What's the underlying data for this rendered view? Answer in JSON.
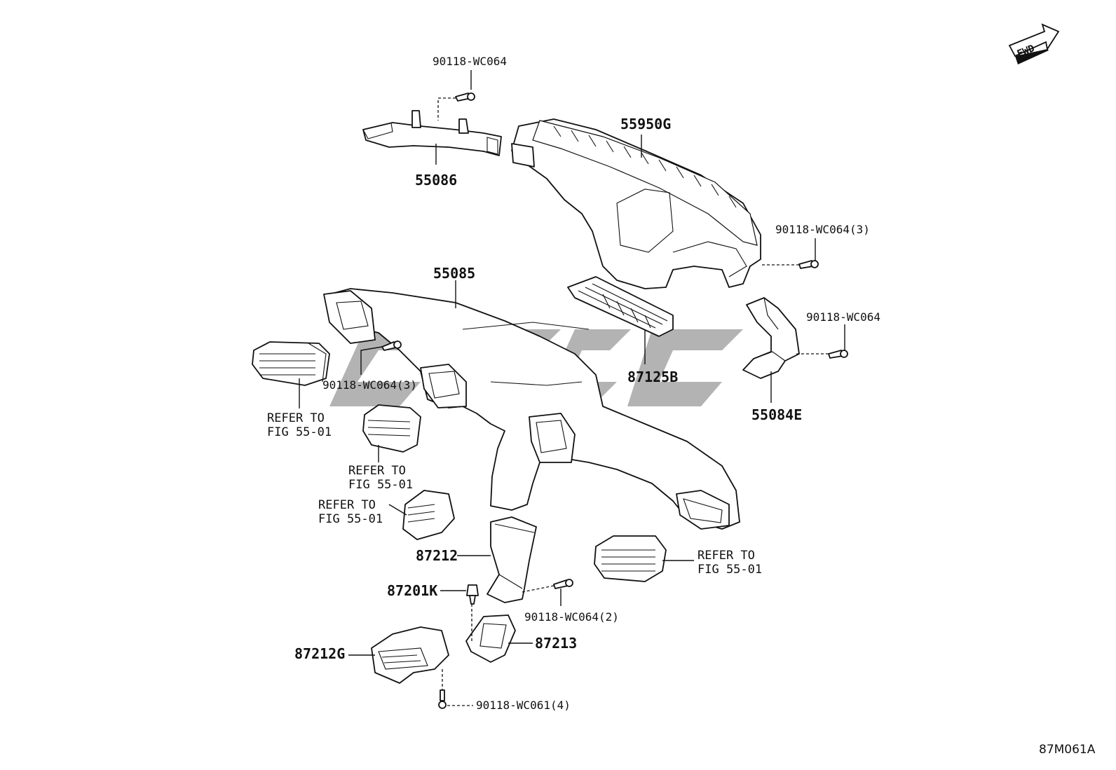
{
  "diagram": {
    "figure_code": "87M061A",
    "fwd_label": "FWD",
    "parts": {
      "p55950G": "55950G",
      "p55086": "55086",
      "p55085": "55085",
      "p87125B": "87125B",
      "p55084E": "55084E",
      "p87212": "87212",
      "p87201K": "87201K",
      "p87212G": "87212G",
      "p87213": "87213"
    },
    "bolts": {
      "b_top": "90118-WC064",
      "b_right3": "90118-WC064(3)",
      "b_right": "90118-WC064",
      "b_left3": "90118-WC064(3)",
      "b_lower2": "90118-WC064(2)",
      "b_bottom4": "90118-WC061(4)"
    },
    "refer_notes": {
      "r1_l1": "REFER TO",
      "r1_l2": "FIG 55-01",
      "r2_l1": "REFER TO",
      "r2_l2": "FIG 55-01",
      "r3_l1": "REFER TO",
      "r3_l2": "FIG 55-01",
      "r4_l1": "REFER TO",
      "r4_l2": "FIG 55-01"
    }
  }
}
